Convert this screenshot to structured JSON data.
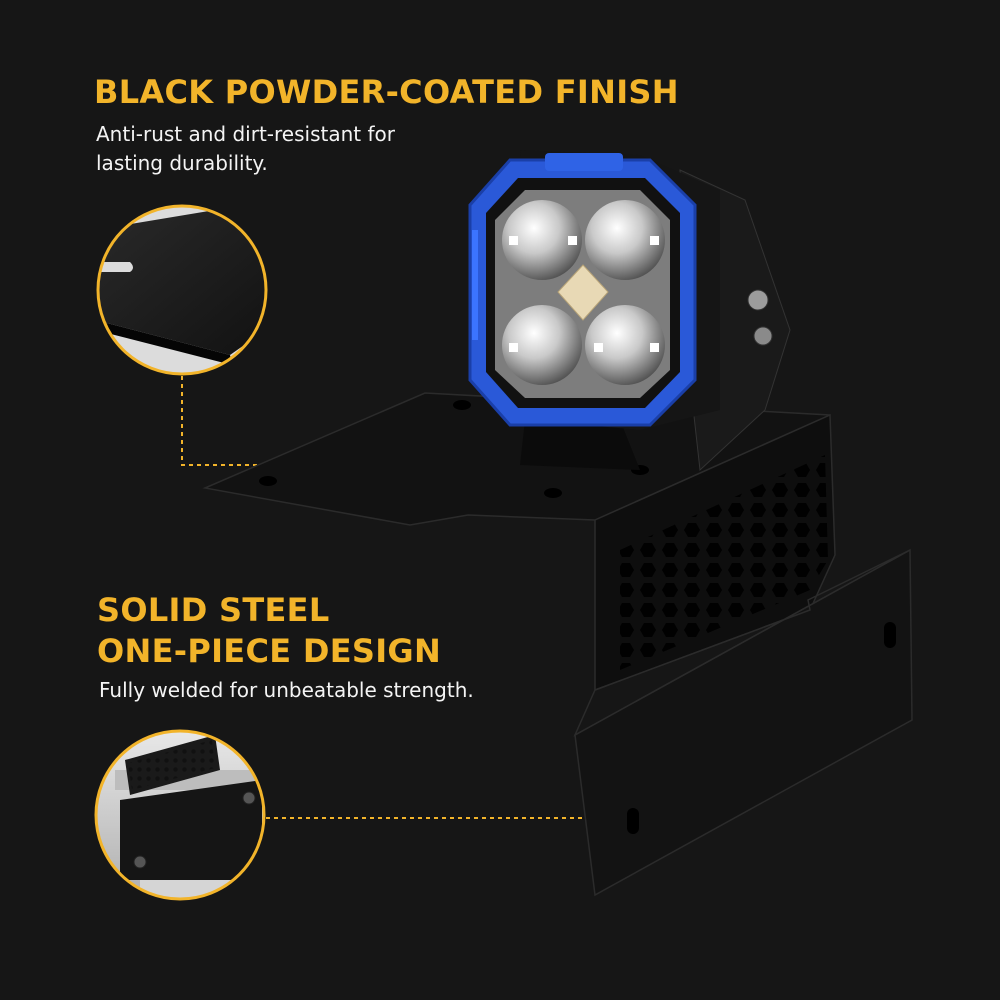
{
  "features": [
    {
      "heading": "BLACK POWDER-COATED FINISH",
      "description_line1": "Anti-rust and dirt-resistant for",
      "description_line2": "lasting durability.",
      "callout_icon": "powder-coat-closeup"
    },
    {
      "heading_line1": "SOLID STEEL",
      "heading_line2": "ONE-PIECE DESIGN",
      "description": "Fully welded for unbeatable strength.",
      "callout_icon": "weld-closeup"
    }
  ],
  "colors": {
    "background": "#161616",
    "accent": "#f2b42a",
    "text": "#f4f4f4",
    "light_housing_blue": "#2a59d8",
    "bracket": "#0f0f0f"
  },
  "product": {
    "icon": "square-led-pod-light",
    "mount": "bracket-with-hex-perforations"
  }
}
